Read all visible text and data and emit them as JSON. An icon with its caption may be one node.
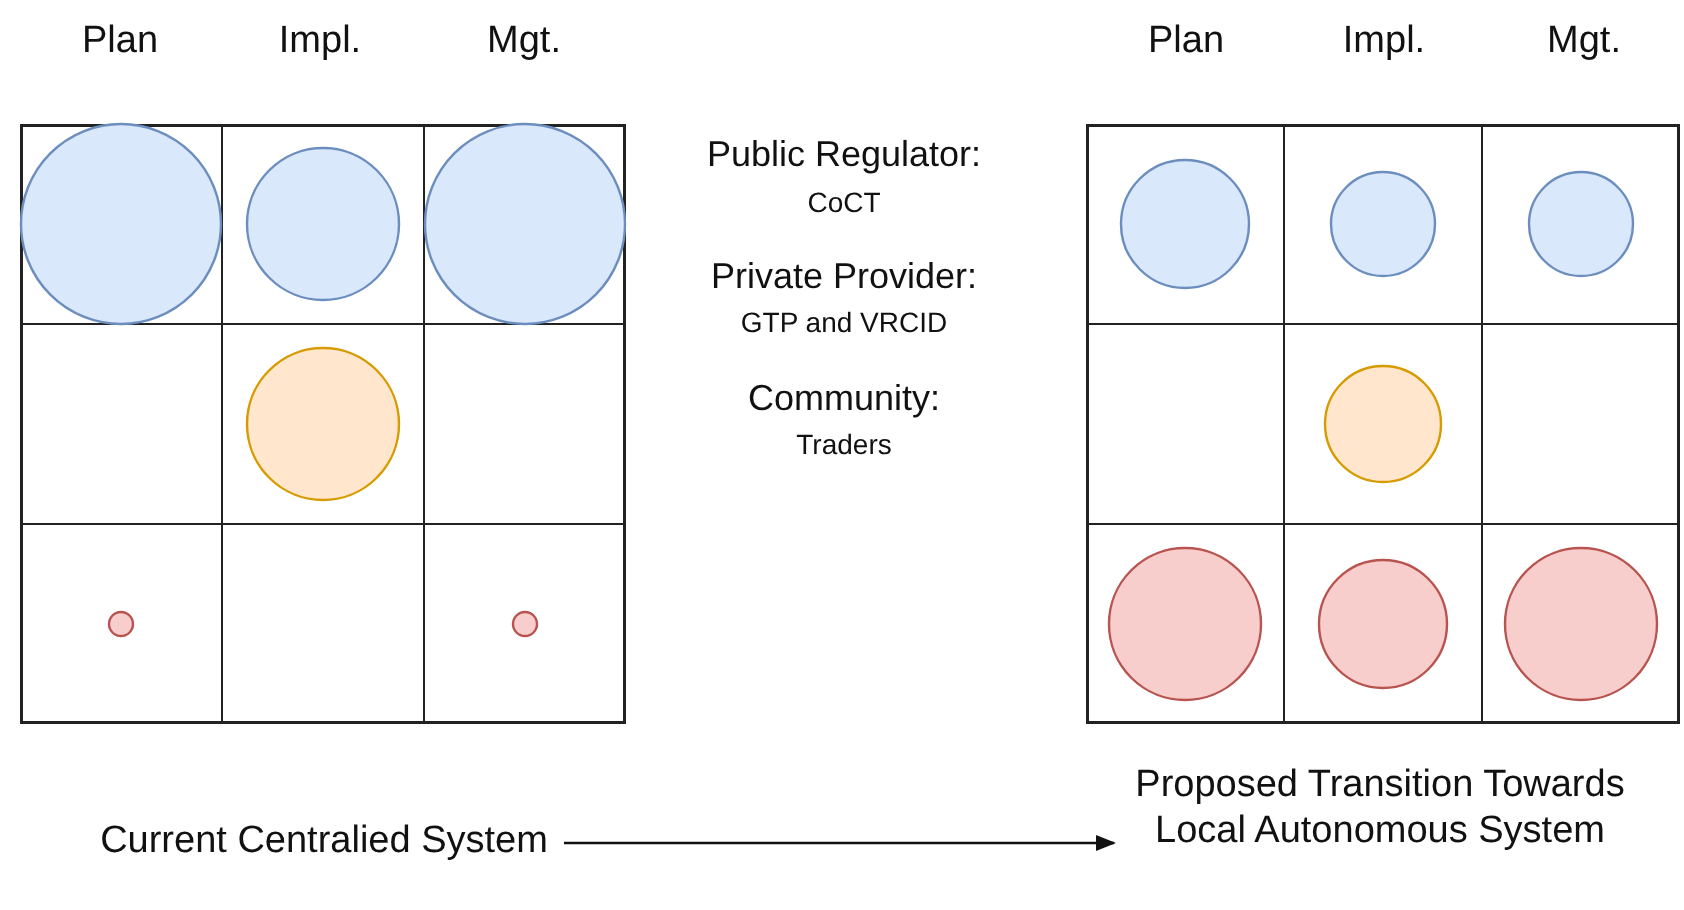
{
  "diagram": {
    "nodes": [
      {
        "text": [
          "Current Centralied System"
        ]
      },
      {
        "text": [
          "Proposed Transition Towards Local Autonomous System"
        ]
      }
    ],
    "edges": [
      {
        "from": 0,
        "to": 1,
        "arrow": "to"
      }
    ],
    "labels": [
      "Plan",
      "Impl.",
      "Mgt.",
      "Plan",
      "Impl.",
      "Mgt.",
      "Public Regulator:",
      "CoCT",
      "Private Provider:",
      "GTP and VRCID",
      "Community:",
      "Traders"
    ]
  }
}
